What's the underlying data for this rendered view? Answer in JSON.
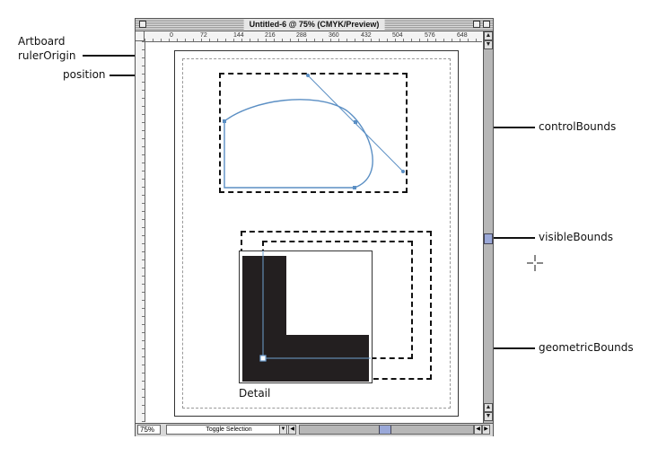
{
  "window": {
    "title": "Untitled-6 @ 75% (CMYK/Preview)",
    "zoom_value": "75%",
    "status_popup": "Toggle Selection"
  },
  "ruler": {
    "top_numbers": [
      "0",
      "72",
      "144",
      "216",
      "288",
      "360",
      "432",
      "504",
      "576",
      "648"
    ]
  },
  "callouts": {
    "artboard": "Artboard",
    "ruler_origin": "rulerOrigin",
    "position": "position",
    "control_bounds": "controlBounds",
    "visible_bounds": "visibleBounds",
    "geometric_bounds": "geometricBounds"
  },
  "artwork": {
    "detail_caption": "Detail"
  },
  "colors": {
    "path_stroke": "#5b8fc4",
    "fill_dark": "#231f20",
    "scroll_thumb": "#9aa8d8"
  }
}
